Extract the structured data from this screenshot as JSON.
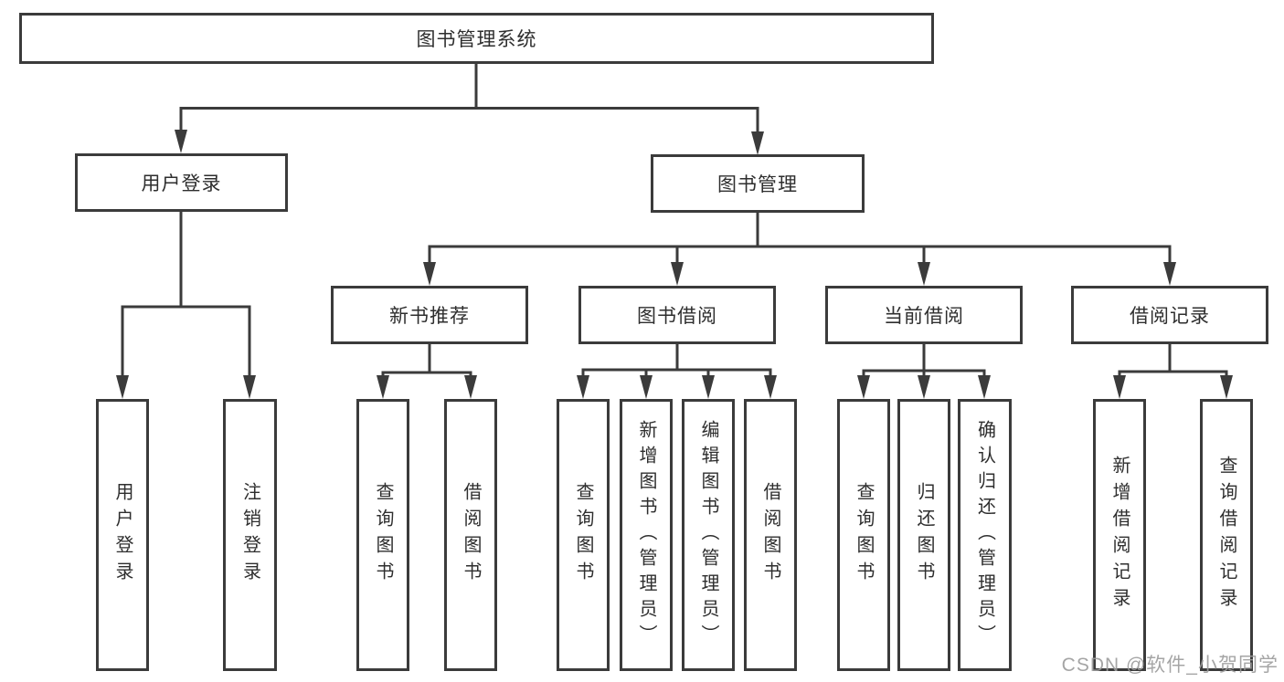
{
  "diagram": {
    "title": "图书管理系统",
    "branches": [
      {
        "label": "用户登录",
        "children": [
          {
            "label": "用户登录"
          },
          {
            "label": "注销登录"
          }
        ]
      },
      {
        "label": "图书管理",
        "groups": [
          {
            "label": "新书推荐",
            "children": [
              {
                "label": "查询图书"
              },
              {
                "label": "借阅图书"
              }
            ]
          },
          {
            "label": "图书借阅",
            "children": [
              {
                "label": "查询图书"
              },
              {
                "label": "新增图书（管理员）"
              },
              {
                "label": "编辑图书（管理员）"
              },
              {
                "label": "借阅图书"
              }
            ]
          },
          {
            "label": "当前借阅",
            "children": [
              {
                "label": "查询图书"
              },
              {
                "label": "归还图书"
              },
              {
                "label": "确认归还（管理员）"
              }
            ]
          },
          {
            "label": "借阅记录",
            "children": [
              {
                "label": "新增借阅记录"
              },
              {
                "label": "查询借阅记录"
              }
            ]
          }
        ]
      }
    ]
  },
  "colors": {
    "line": "#3b3b3b",
    "border": "#3b3b3b",
    "text": "#2e2e2e",
    "watermark": "#9c9c9c",
    "background": "#ffffff"
  },
  "watermark": {
    "text": "CSDN @软件_小贺同学"
  }
}
